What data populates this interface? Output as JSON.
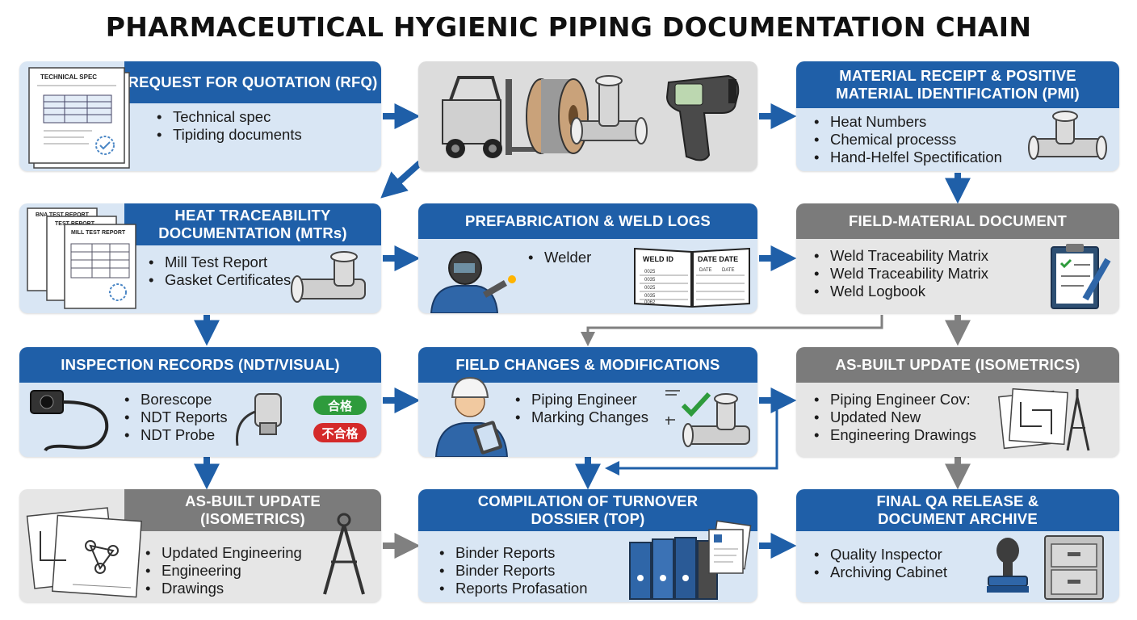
{
  "title": "PHARMACEUTICAL HYGIENIC PIPING DOCUMENTATION CHAIN",
  "colors": {
    "blue_header": "#1f5fa8",
    "gray_header": "#7b7b7b",
    "blue_card": "#d9e6f4",
    "gray_card": "#e6e6e6",
    "arrow_blue": "#1f5fa8",
    "arrow_gray": "#808080",
    "pass_green": "#2e9b3c",
    "fail_red": "#d42a2a"
  },
  "cards": {
    "rfq": {
      "title": "REQUEST FOR QUOTATION (RFQ)",
      "items": [
        "Technical spec",
        "Tipiding documents"
      ],
      "doc_label": "TECHNICAL SPEC"
    },
    "pmi": {
      "title_line1": "MATERIAL RECEIPT & POSITIVE",
      "title_line2": "MATERIAL IDENTIFICATION (PMI)",
      "items": [
        "Heat Numbers",
        "Chemical processs",
        "Hand-Helfel Spectification"
      ]
    },
    "mtr": {
      "title_line1": "HEAT TRACEABILITY",
      "title_line2": "DOCUMENTATION (MTRs)",
      "items": [
        "Mill Test Report",
        "Gasket Certificates"
      ],
      "doc_label_1": "BNA TEST REPORT",
      "doc_label_2": "TEST REPORT",
      "doc_label_3": "MILL TEST REPORT"
    },
    "prefab": {
      "title": "PREFABRICATION & WELD LOGS",
      "items": [
        "Welder"
      ],
      "log_col1": "WELD ID",
      "log_col2": "DATE DATE",
      "log_sub": "DATE",
      "log_sub2": "DATE",
      "log_rows": [
        "0025",
        "0035",
        "0025",
        "0035",
        "0062"
      ]
    },
    "field_material": {
      "title": "FIELD-MATERIAL DOCUMENT",
      "items": [
        "Weld Traceability Matrix",
        "Weld Traceability Matrix",
        "Weld Logbook"
      ]
    },
    "inspection": {
      "title": "INSPECTION RECORDS (NDT/VISUAL)",
      "items": [
        "Borescope",
        "NDT Reports",
        "NDT Probe"
      ],
      "pass_label": "合格",
      "fail_label": "不合格"
    },
    "field_changes": {
      "title": "FIELD CHANGES & MODIFICATIONS",
      "items": [
        "Piping Engineer",
        "Marking Changes"
      ]
    },
    "asbuilt_right": {
      "title": "AS-BUILT UPDATE (ISOMETRICS)",
      "items": [
        "Piping Engineer Cov:",
        "Updated New",
        "Engineering Drawings"
      ]
    },
    "asbuilt_left": {
      "title_line1": "AS-BUILT UPDATE",
      "title_line2": "(ISOMETRICS)",
      "items": [
        "Updated Engineering",
        "Engineering",
        "Drawings"
      ]
    },
    "top": {
      "title_line1": "COMPILATION OF TURNOVER",
      "title_line2": "DOSSIER (TOP)",
      "items": [
        "Binder Reports",
        "Binder Reports",
        "Reports Profasation"
      ]
    },
    "qa": {
      "title_line1": "FINAL QA RELEASE &",
      "title_line2": "DOCUMENT ARCHIVE",
      "items": [
        "Quality Inspector",
        "Archiving Cabinet"
      ]
    }
  }
}
